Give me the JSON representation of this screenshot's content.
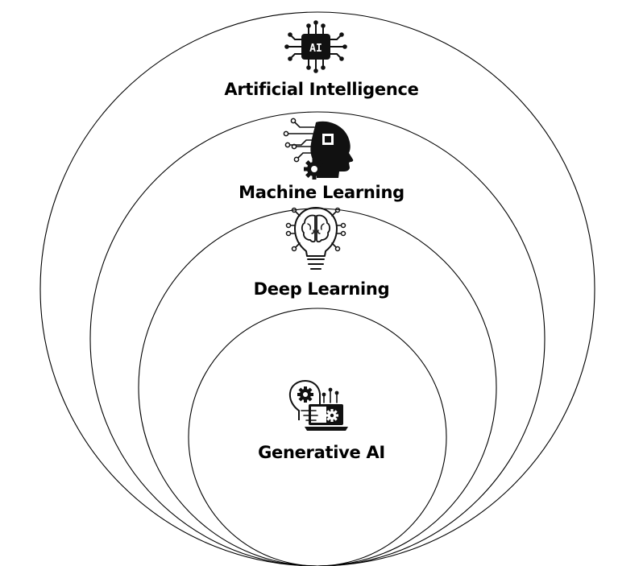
{
  "diagram": {
    "layers": [
      {
        "label": "Artificial Intelligence",
        "icon": "ai-chip-icon"
      },
      {
        "label": "Machine Learning",
        "icon": "head-circuit-gear-icon"
      },
      {
        "label": "Deep Learning",
        "icon": "brain-lightbulb-icon"
      },
      {
        "label": "Generative AI",
        "icon": "head-laptop-gears-icon"
      }
    ],
    "chip_text": "AI",
    "colors": {
      "stroke": "#000000",
      "background": "#ffffff",
      "icon": "#111111"
    }
  }
}
